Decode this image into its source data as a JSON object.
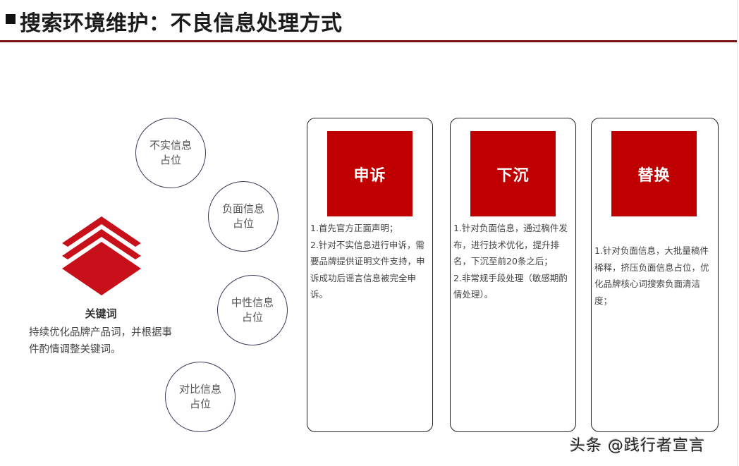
{
  "header": {
    "title": "搜索环境维护：不良信息处理方式"
  },
  "keyword": {
    "icon": "stacked-diamond-layers-icon",
    "title": "关键词",
    "description": "持续优化品牌产品词，并根据事件酌情调整关键词。"
  },
  "placement_circles": [
    {
      "label": "不实信息占位"
    },
    {
      "label": "负面信息占位"
    },
    {
      "label": "中性信息占位"
    },
    {
      "label": "对比信息占位"
    }
  ],
  "cards": [
    {
      "title": "申诉",
      "body": "1.首先官方正面声明；\n2.针对不实信息进行申诉，需要品牌提供证明文件支持，申诉成功后谣言信息被完全申诉。"
    },
    {
      "title": "下沉",
      "body": "1.针对负面信息，通过稿件发布，进行技术优化，提升排名，下沉至前20条之后；\n2.非常规手段处理（敏感期酌情处理）。"
    },
    {
      "title": "替换",
      "body": "1.针对负面信息，大批量稿件稀释，挤压负面信息占位，优化品牌核心词搜索负面清洁度；"
    }
  ],
  "watermark": "头条 @践行者宣言",
  "colors": {
    "accent_red": "#c00000",
    "rule_dark_red": "#7a1212"
  }
}
